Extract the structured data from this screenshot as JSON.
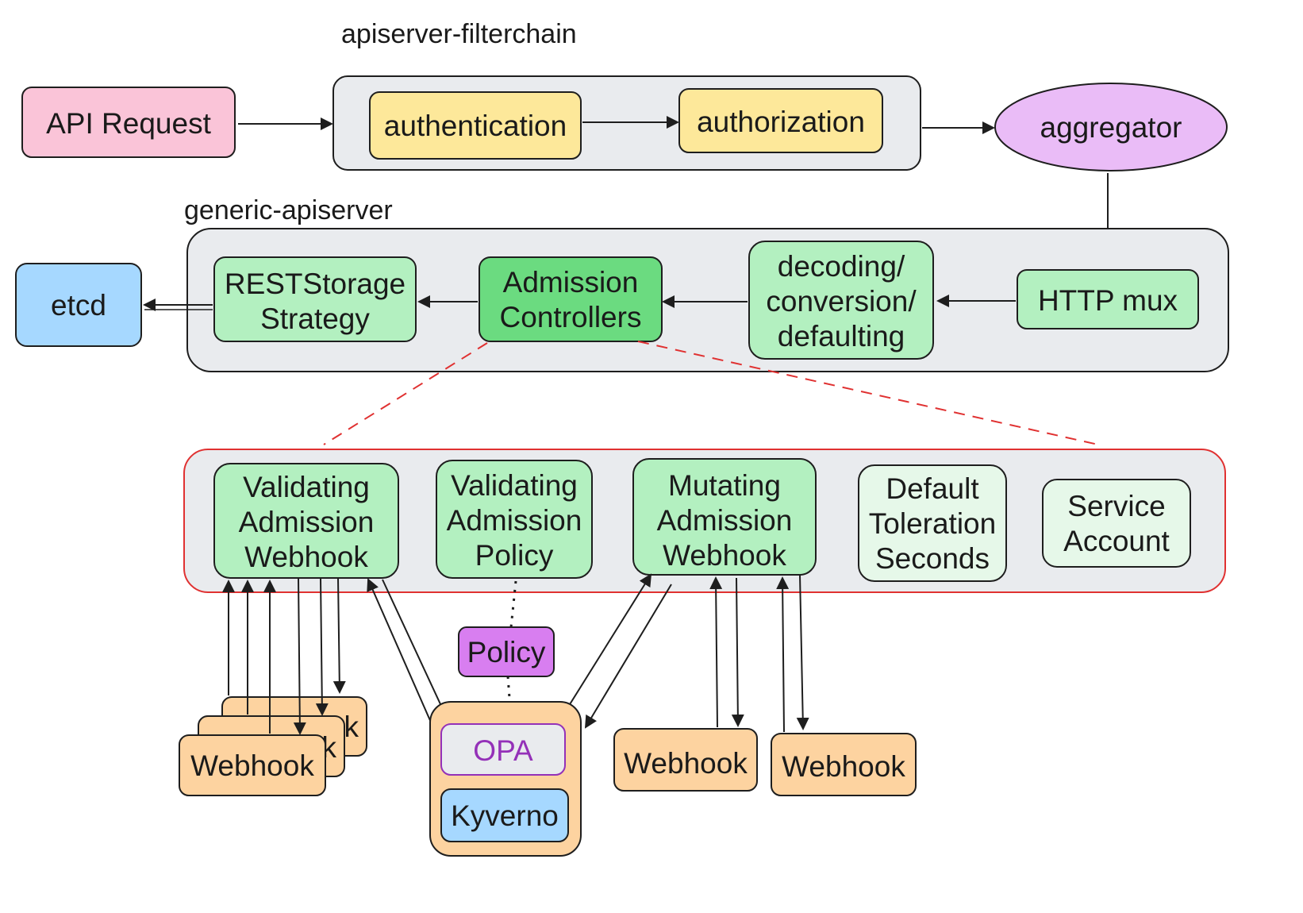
{
  "groups": {
    "filterchain": {
      "title": "apiserver-filterchain"
    },
    "generic": {
      "title": "generic-apiserver"
    }
  },
  "nodes": {
    "api_request": {
      "label": "API Request"
    },
    "authentication": {
      "label": "authentication"
    },
    "authorization": {
      "label": "authorization"
    },
    "aggregator": {
      "label": "aggregator"
    },
    "http_mux": {
      "label": "HTTP mux"
    },
    "decoding": {
      "lines": [
        "decoding/",
        "conversion/",
        "defaulting"
      ]
    },
    "admission": {
      "lines": [
        "Admission",
        "Controllers"
      ]
    },
    "reststorage": {
      "lines": [
        "RESTStorage",
        "Strategy"
      ]
    },
    "etcd": {
      "label": "etcd"
    },
    "vaw": {
      "lines": [
        "Validating",
        "Admission",
        "Webhook"
      ]
    },
    "vap": {
      "lines": [
        "Validating",
        "Admission",
        "Policy"
      ]
    },
    "maw": {
      "lines": [
        "Mutating",
        "Admission",
        "Webhook"
      ]
    },
    "dts": {
      "lines": [
        "Default",
        "Toleration",
        "Seconds"
      ]
    },
    "sa": {
      "lines": [
        "Service",
        "Account"
      ]
    },
    "policy": {
      "label": "Policy"
    },
    "opa": {
      "label": "OPA"
    },
    "kyverno": {
      "label": "Kyverno"
    },
    "webhook_stack_back": {
      "label": "k"
    },
    "webhook_stack_mid": {
      "label": "k"
    },
    "webhook_stack_front": {
      "label": "Webhook"
    },
    "webhook_mutating_1": {
      "label": "Webhook"
    },
    "webhook_mutating_2": {
      "label": "Webhook"
    }
  },
  "colors": {
    "pink": "#fac4d8",
    "yellow": "#fde89a",
    "purple": "#eabcf7",
    "green_light": "#b3f0c0",
    "green_dark": "#6bdb80",
    "green_pale": "#e6f8e9",
    "blue": "#a6d8ff",
    "orange": "#fdd3a0",
    "magenta": "#d87ef0",
    "group_fill": "#e9ebee",
    "opa_text": "#9431b8",
    "dashed_red": "#e03131"
  }
}
